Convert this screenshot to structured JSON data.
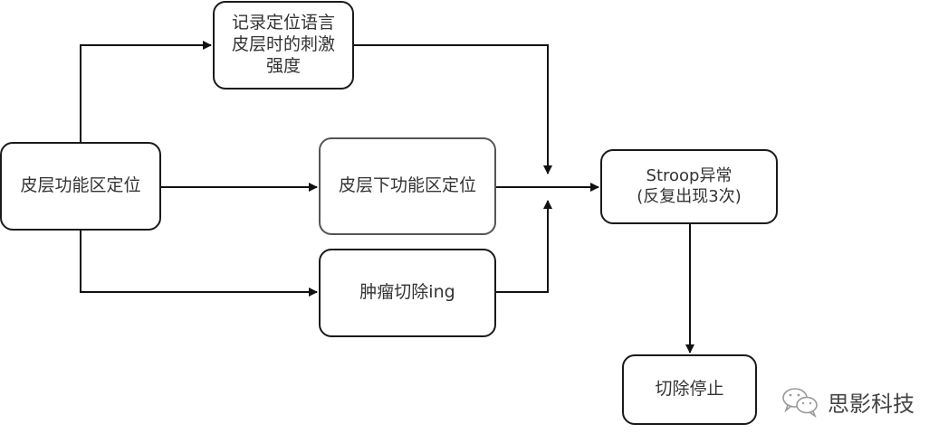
{
  "diagram": {
    "type": "flowchart",
    "nodes": [
      {
        "id": "cortex",
        "lines": [
          "皮层功能区定位"
        ]
      },
      {
        "id": "record",
        "lines": [
          "记录定位语言",
          "皮层时的刺激",
          "强度"
        ]
      },
      {
        "id": "subcortex",
        "lines": [
          "皮层下功能区定位"
        ]
      },
      {
        "id": "tumor",
        "lines": [
          "肿瘤切除ing"
        ]
      },
      {
        "id": "stroop",
        "lines": [
          "Stroop异常",
          "(反复出现3次)"
        ]
      },
      {
        "id": "stop",
        "lines": [
          "切除停止"
        ]
      }
    ],
    "edges": [
      {
        "from": "cortex",
        "to": "record"
      },
      {
        "from": "cortex",
        "to": "subcortex"
      },
      {
        "from": "cortex",
        "to": "tumor"
      },
      {
        "from": "record",
        "to": "stroop"
      },
      {
        "from": "subcortex",
        "to": "stroop"
      },
      {
        "from": "tumor",
        "to": "stroop"
      },
      {
        "from": "stroop",
        "to": "stop"
      }
    ]
  },
  "watermark": {
    "icon": "wechat-icon",
    "text": "思影科技"
  }
}
